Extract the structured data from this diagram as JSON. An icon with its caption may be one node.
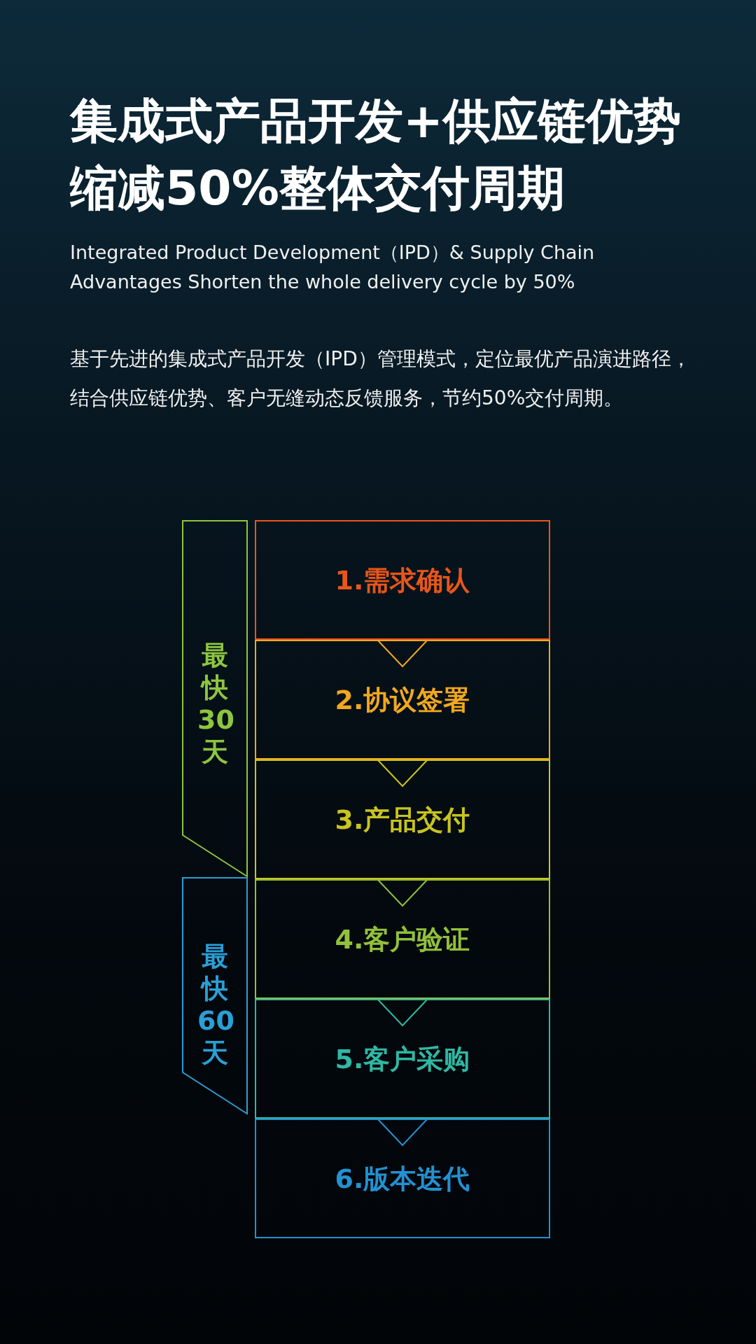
{
  "diagram": {
    "title": "集成式产品开发+供应链优势缩减50%整体交付周期",
    "nodes": [
      {
        "text": [
          "最快30天"
        ]
      },
      {
        "text": [
          "最快60天"
        ]
      },
      {
        "text": [
          "1.需求确认"
        ]
      },
      {
        "text": [
          "2.协议签署"
        ]
      },
      {
        "text": [
          "3.产品交付"
        ]
      },
      {
        "text": [
          "4.客户验证"
        ]
      },
      {
        "text": [
          "5.客户采购"
        ]
      },
      {
        "text": [
          "6.版本迭代"
        ]
      }
    ],
    "edges": [
      {
        "from": 2,
        "to": 3,
        "arrow": "to",
        "color": "#f0a81e"
      },
      {
        "from": 3,
        "to": 4,
        "arrow": "to",
        "color": "#c9c41e"
      },
      {
        "from": 4,
        "to": 5,
        "arrow": "to",
        "color": "#92c13a"
      },
      {
        "from": 5,
        "to": 6,
        "arrow": "to",
        "color": "#2fb8a4"
      },
      {
        "from": 6,
        "to": 7,
        "arrow": "to",
        "color": "#2391d2"
      }
    ],
    "labels": [
      "Integrated Product Development（IPD）& Supply Chain Advantages Shorten the whole delivery cycle by 50%",
      "基于先进的集成式产品开发（IPD）管理模式，定位最优产品演进路径，结合供应链优势、客户无缝动态反馈服务，节约50%交付周期。"
    ]
  }
}
